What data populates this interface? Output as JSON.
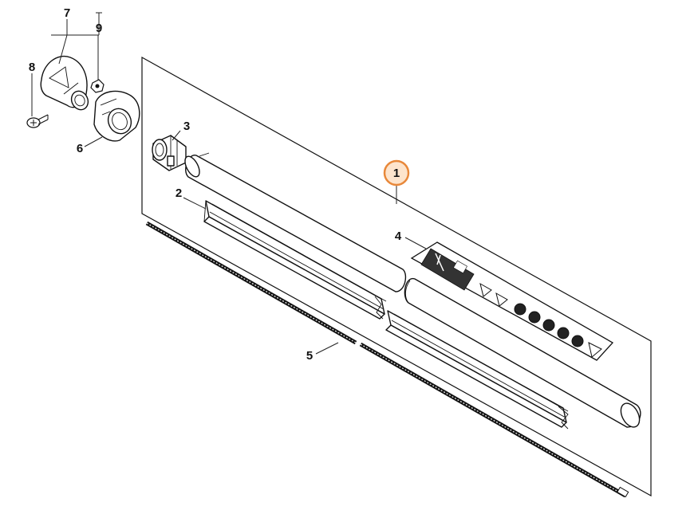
{
  "callouts": {
    "c1": "1",
    "c2": "2",
    "c3": "3",
    "c4": "4",
    "c5": "5",
    "c6": "6",
    "c7": "7",
    "c8": "8",
    "c9": "9"
  },
  "colors": {
    "highlight": "#e8883a",
    "highlight_fill": "#fde4cc",
    "line": "#111111"
  }
}
